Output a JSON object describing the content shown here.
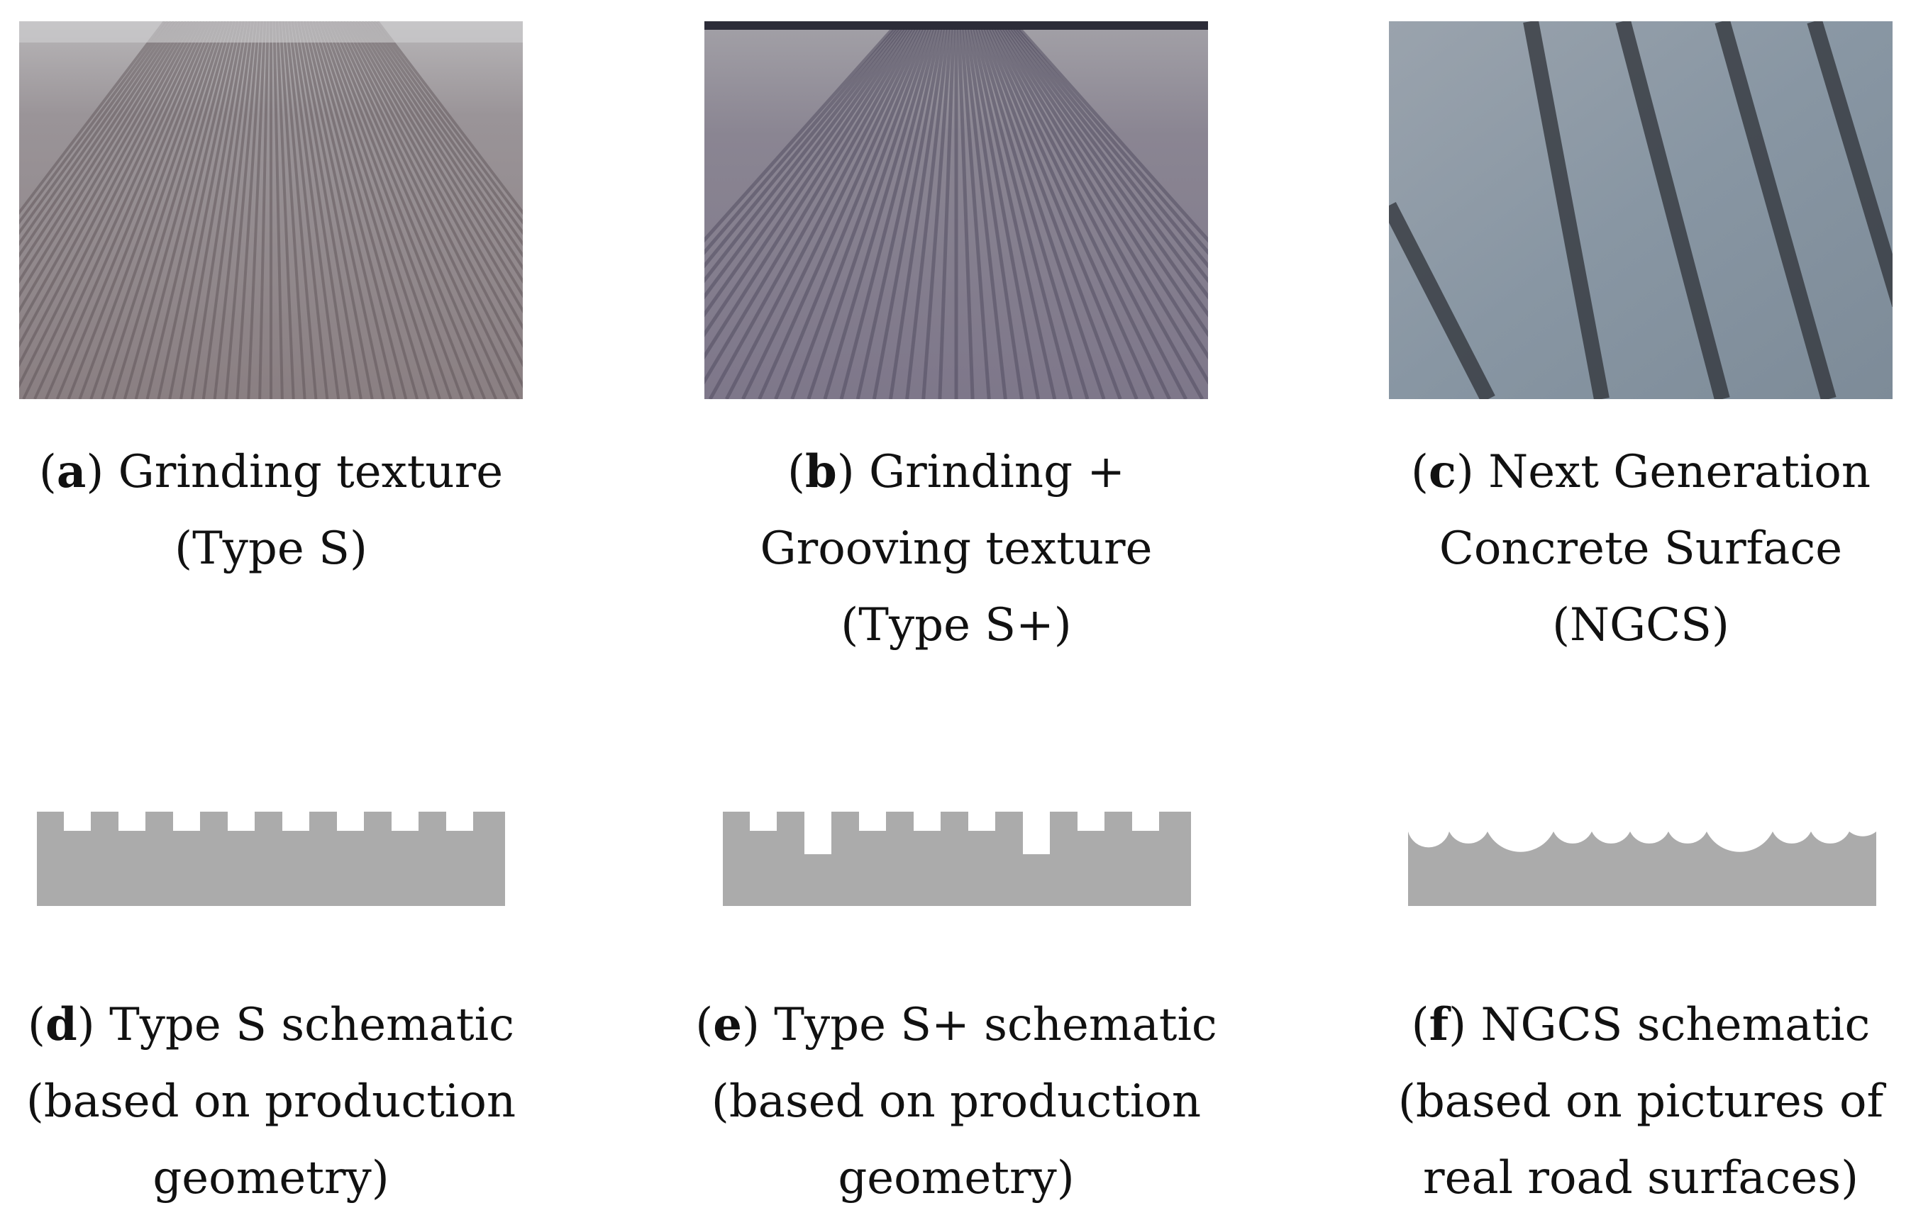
{
  "figure": {
    "panels": [
      {
        "id": "a",
        "label": "a",
        "caption_lines": [
          "Grinding texture",
          "(Type S)"
        ],
        "kind": "photo",
        "icon": "grinding-texture-photo"
      },
      {
        "id": "b",
        "label": "b",
        "caption_lines": [
          "Grinding +",
          "Grooving texture",
          "(Type S+)"
        ],
        "kind": "photo",
        "icon": "grinding-grooving-texture-photo"
      },
      {
        "id": "c",
        "label": "c",
        "caption_lines": [
          "Next Generation",
          "Concrete Surface",
          "(NGCS)"
        ],
        "kind": "photo",
        "icon": "ngcs-texture-photo"
      },
      {
        "id": "d",
        "label": "d",
        "caption_lines": [
          "Type S schematic",
          "(based on production",
          "geometry)"
        ],
        "kind": "schematic",
        "icon": "type-s-profile"
      },
      {
        "id": "e",
        "label": "e",
        "caption_lines": [
          "Type S+ schematic",
          "(based on production",
          "geometry)"
        ],
        "kind": "schematic",
        "icon": "type-s-plus-profile"
      },
      {
        "id": "f",
        "label": "f",
        "caption_lines": [
          "NGCS schematic",
          "(based on pictures of",
          "real road surfaces)"
        ],
        "kind": "schematic",
        "icon": "ngcs-profile"
      }
    ],
    "colors": {
      "schematic_fill": "#ababab",
      "text": "#111111"
    }
  }
}
